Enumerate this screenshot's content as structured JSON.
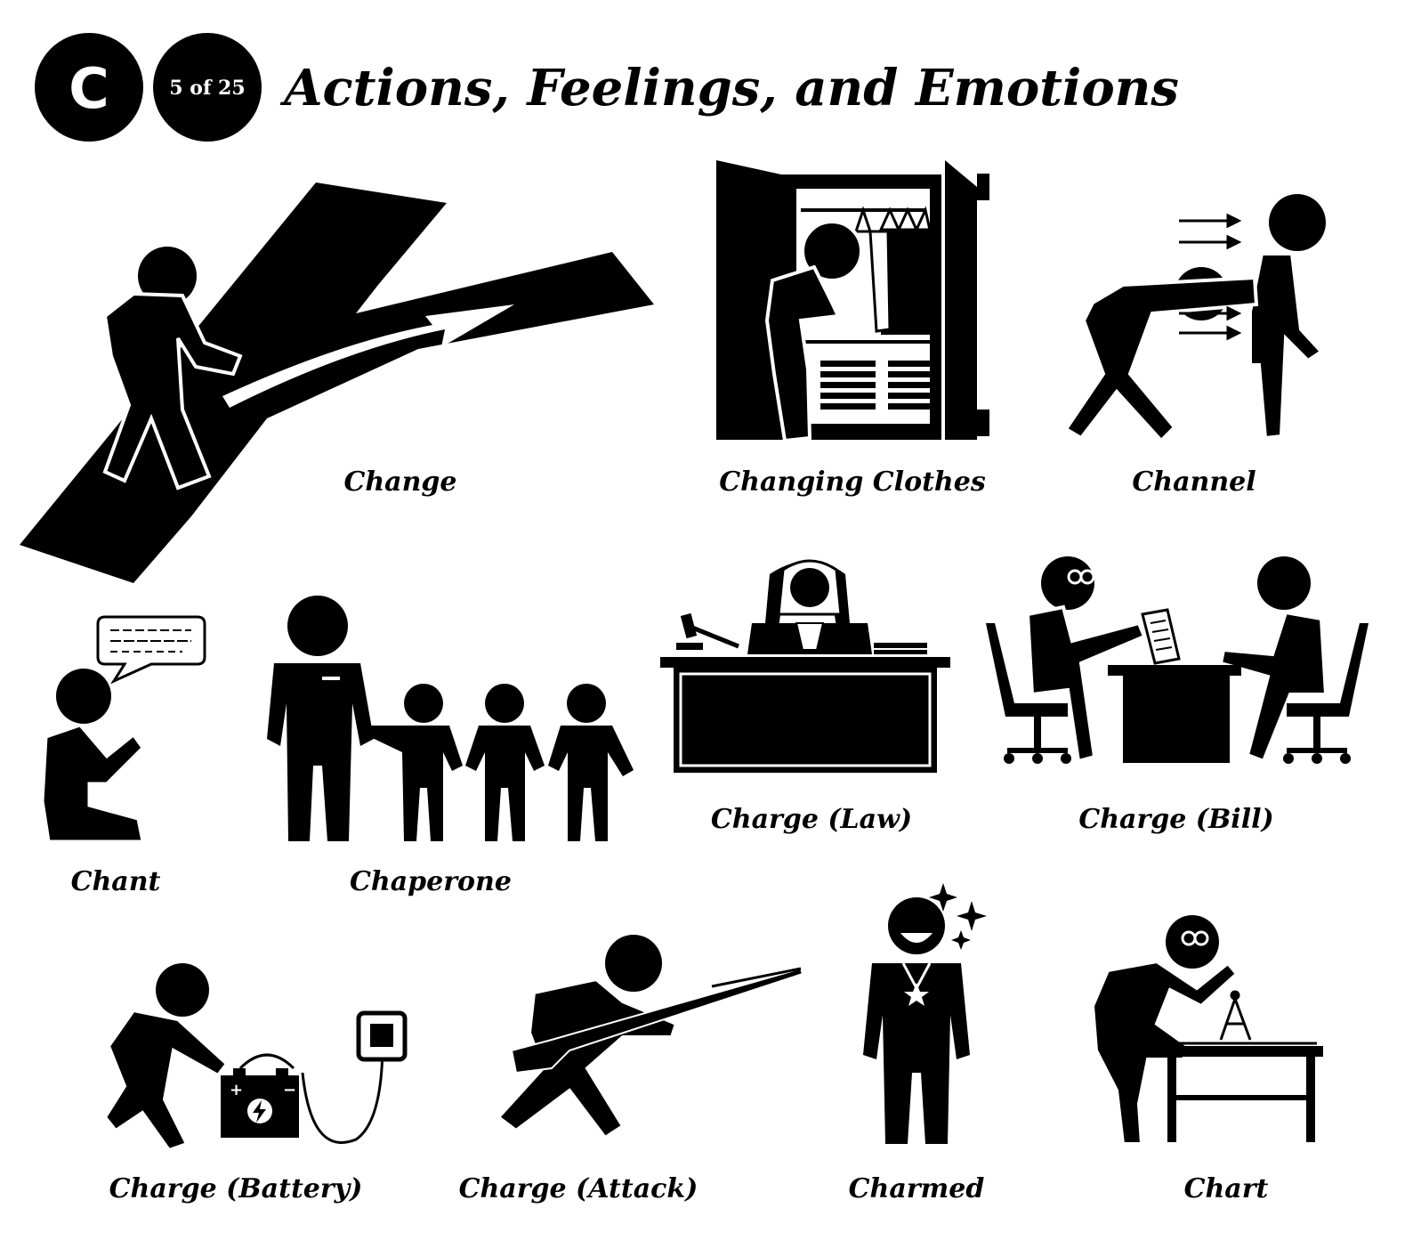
{
  "header": {
    "letter": "C",
    "page_count": "5 of 25",
    "title": "Actions, Feelings, and Emotions"
  },
  "icons": [
    {
      "id": "change",
      "label": "Change",
      "icon": "path-split-icon"
    },
    {
      "id": "changing-clothes",
      "label": "Changing Clothes",
      "icon": "wardrobe-icon"
    },
    {
      "id": "channel",
      "label": "Channel",
      "icon": "energy-channel-icon"
    },
    {
      "id": "chant",
      "label": "Chant",
      "icon": "kneeling-chant-icon"
    },
    {
      "id": "chaperone",
      "label": "Chaperone",
      "icon": "adult-with-children-icon"
    },
    {
      "id": "charge-law",
      "label": "Charge (Law)",
      "icon": "judge-bench-icon"
    },
    {
      "id": "charge-bill",
      "label": "Charge (Bill)",
      "icon": "bill-handover-icon"
    },
    {
      "id": "charge-battery",
      "label": "Charge (Battery)",
      "icon": "battery-charging-icon"
    },
    {
      "id": "charge-attack",
      "label": "Charge (Attack)",
      "icon": "bayonet-charge-icon"
    },
    {
      "id": "charmed",
      "label": "Charmed",
      "icon": "sparkle-medal-icon"
    },
    {
      "id": "chart",
      "label": "Chart",
      "icon": "drafting-table-icon"
    }
  ],
  "colors": {
    "ink": "#000000",
    "paper": "#ffffff"
  }
}
